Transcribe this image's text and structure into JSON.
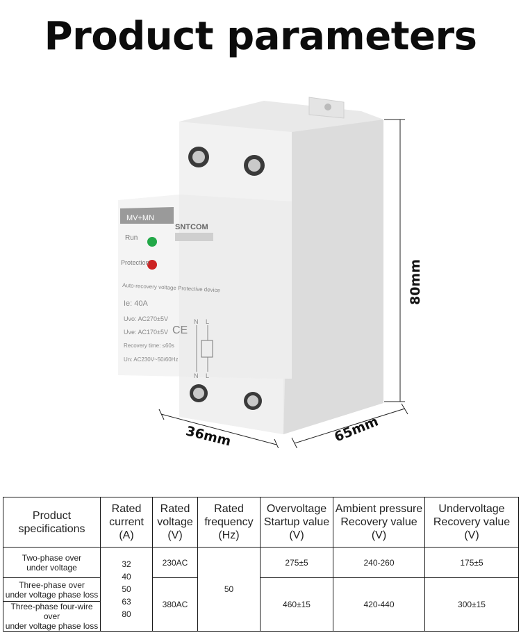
{
  "title": "Product parameters",
  "device": {
    "brand": "SNTCOM",
    "model_tag": "MV+MN",
    "indicator_run": "Run",
    "indicator_protection": "Protection",
    "description": "Auto-recovery voltage Protective device",
    "rating": "Ie: 40A",
    "uvo": "Uvo: AC270±5V",
    "uve": "Uve: AC170±5V",
    "recovery_time": "Recovery time: ≤60s",
    "un": "Un: AC230V~50/60Hz",
    "ce_mark": "CE",
    "terminal_n": "N",
    "terminal_l": "L"
  },
  "dimensions": {
    "height": "80mm",
    "width": "36mm",
    "depth": "65mm"
  },
  "table": {
    "headers": {
      "spec": [
        "Product",
        "specifications"
      ],
      "current": [
        "Rated",
        "current",
        "(A)"
      ],
      "voltage": [
        "Rated",
        "voltage",
        "(V)"
      ],
      "frequency": [
        "Rated",
        "frequency",
        "(Hz)"
      ],
      "overvoltage": [
        "Overvoltage",
        "Startup value",
        "(V)"
      ],
      "ambient": [
        "Ambient pressure",
        "Recovery value",
        "(V)"
      ],
      "undervoltage": [
        "Undervoltage",
        "Recovery value",
        "(V)"
      ]
    },
    "rows": {
      "r1_spec": [
        "Two-phase over",
        "under voltage"
      ],
      "r2_spec": [
        "Three-phase over",
        "under voltage  phase loss"
      ],
      "r3_spec": [
        "Three-phase four-wire over",
        "under voltage  phase loss"
      ],
      "currents": [
        "32",
        "40",
        "50",
        "63",
        "80"
      ],
      "voltage_230": "230AC",
      "voltage_380": "380AC",
      "frequency": "50",
      "over_1": "275±5",
      "over_2": "460±15",
      "ambient_1": "240-260",
      "ambient_2": "420-440",
      "under_1": "175±5",
      "under_2": "300±15"
    }
  }
}
